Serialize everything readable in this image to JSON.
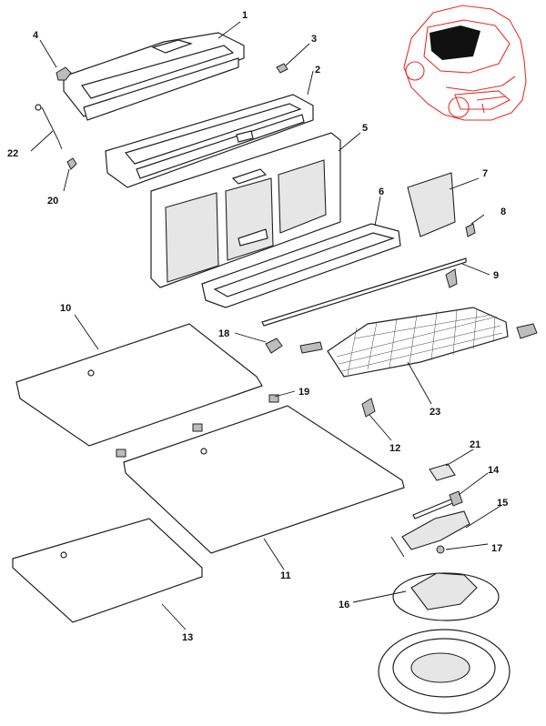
{
  "callouts": [
    {
      "id": "c1",
      "label": "1"
    },
    {
      "id": "c2",
      "label": "2"
    },
    {
      "id": "c3",
      "label": "3"
    },
    {
      "id": "c4",
      "label": "4"
    },
    {
      "id": "c5",
      "label": "5"
    },
    {
      "id": "c6",
      "label": "6"
    },
    {
      "id": "c7",
      "label": "7"
    },
    {
      "id": "c8",
      "label": "8"
    },
    {
      "id": "c9",
      "label": "9"
    },
    {
      "id": "c10",
      "label": "10"
    },
    {
      "id": "c11",
      "label": "11"
    },
    {
      "id": "c12",
      "label": "12"
    },
    {
      "id": "c13",
      "label": "13"
    },
    {
      "id": "c14",
      "label": "14"
    },
    {
      "id": "c15",
      "label": "15"
    },
    {
      "id": "c16",
      "label": "16"
    },
    {
      "id": "c17",
      "label": "17"
    },
    {
      "id": "c18",
      "label": "18"
    },
    {
      "id": "c19",
      "label": "19"
    },
    {
      "id": "c20",
      "label": "20"
    },
    {
      "id": "c21",
      "label": "21"
    },
    {
      "id": "c22",
      "label": "22"
    },
    {
      "id": "c23",
      "label": "23"
    }
  ],
  "colors": {
    "line": "#222222",
    "locator_car": "#e8302a",
    "highlight": "#111111"
  }
}
